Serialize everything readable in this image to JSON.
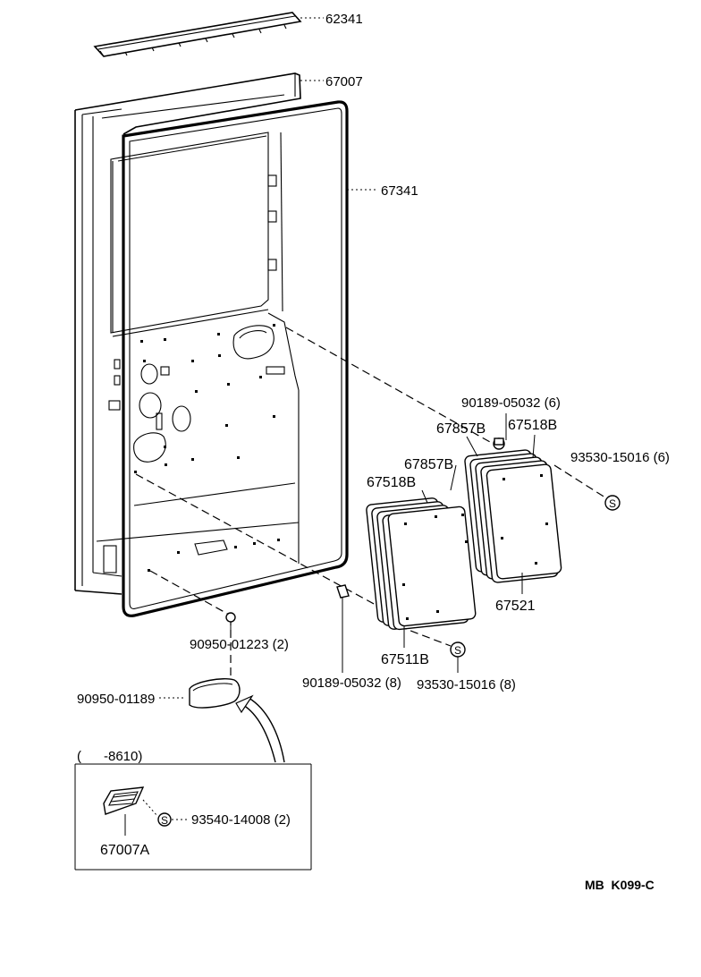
{
  "diagram": {
    "callouts": {
      "top_moulding": "62341",
      "back_door_panel": "67007",
      "weatherstrip": "67341",
      "clip_6": "90189-05032 (6)",
      "pad_upper_right": "67857B",
      "board_upper_right": "67518B",
      "screw_6": "93530-15016 (6)",
      "pad_upper_left": "67857B",
      "board_upper_left": "67518B",
      "board_lower_right": "67521",
      "board_lower_left": "67511B",
      "hole_plug_2": "90950-01223 (2)",
      "hole_plug_large": "90950-01189",
      "clip_8": "90189-05032 (8)",
      "screw_8": "93530-15016 (8)",
      "inset_date_range": "(      -8610)",
      "inset_screw_2": "93540-14008 (2)",
      "inset_part": "67007A"
    },
    "screw_mark": "S",
    "figure_code": "MB  K099-C"
  }
}
